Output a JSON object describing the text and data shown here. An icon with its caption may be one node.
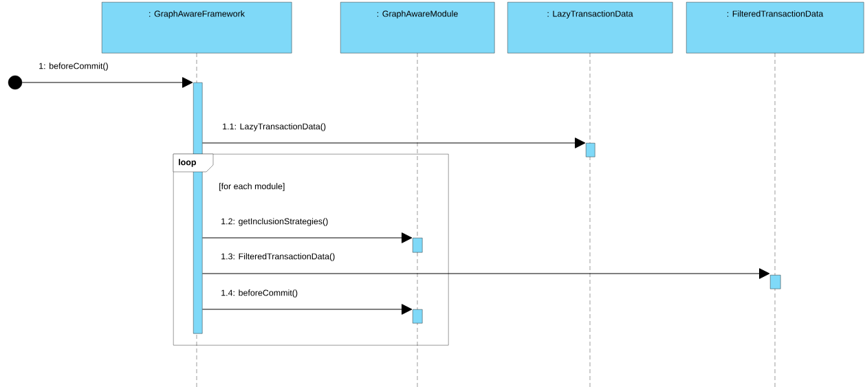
{
  "diagram": {
    "nodes": [
      {
        "text": [
          ": GraphAwareFramework"
        ]
      },
      {
        "text": [
          ": GraphAwareModule"
        ]
      },
      {
        "text": [
          ": LazyTransactionData"
        ]
      },
      {
        "text": [
          ": FilteredTransactionData"
        ]
      },
      {
        "text": [],
        "shape": "circle"
      },
      {
        "text": [],
        "shape": "bar"
      },
      {
        "text": [],
        "shape": "bar"
      },
      {
        "text": [
          "loop",
          "[for each module]"
        ]
      },
      {
        "text": [],
        "shape": "bar",
        "in": 7
      },
      {
        "text": [],
        "shape": "bar"
      },
      {
        "text": [],
        "shape": "bar",
        "in": 7
      }
    ],
    "edges": [
      {
        "from": 4,
        "to": 5,
        "arrow": "to",
        "label": "1: beforeCommit()"
      },
      {
        "from": 5,
        "to": 6,
        "arrow": "to",
        "label": "1.1: LazyTransactionData()"
      },
      {
        "from": 5,
        "to": 8,
        "arrow": "to",
        "label": "1.2: getInclusionStrategies()"
      },
      {
        "from": 5,
        "to": 9,
        "arrow": "to",
        "label": "1.3: FilteredTransactionData()"
      },
      {
        "from": 5,
        "to": 10,
        "arrow": "to",
        "label": "1.4: beforeCommit()"
      }
    ]
  }
}
